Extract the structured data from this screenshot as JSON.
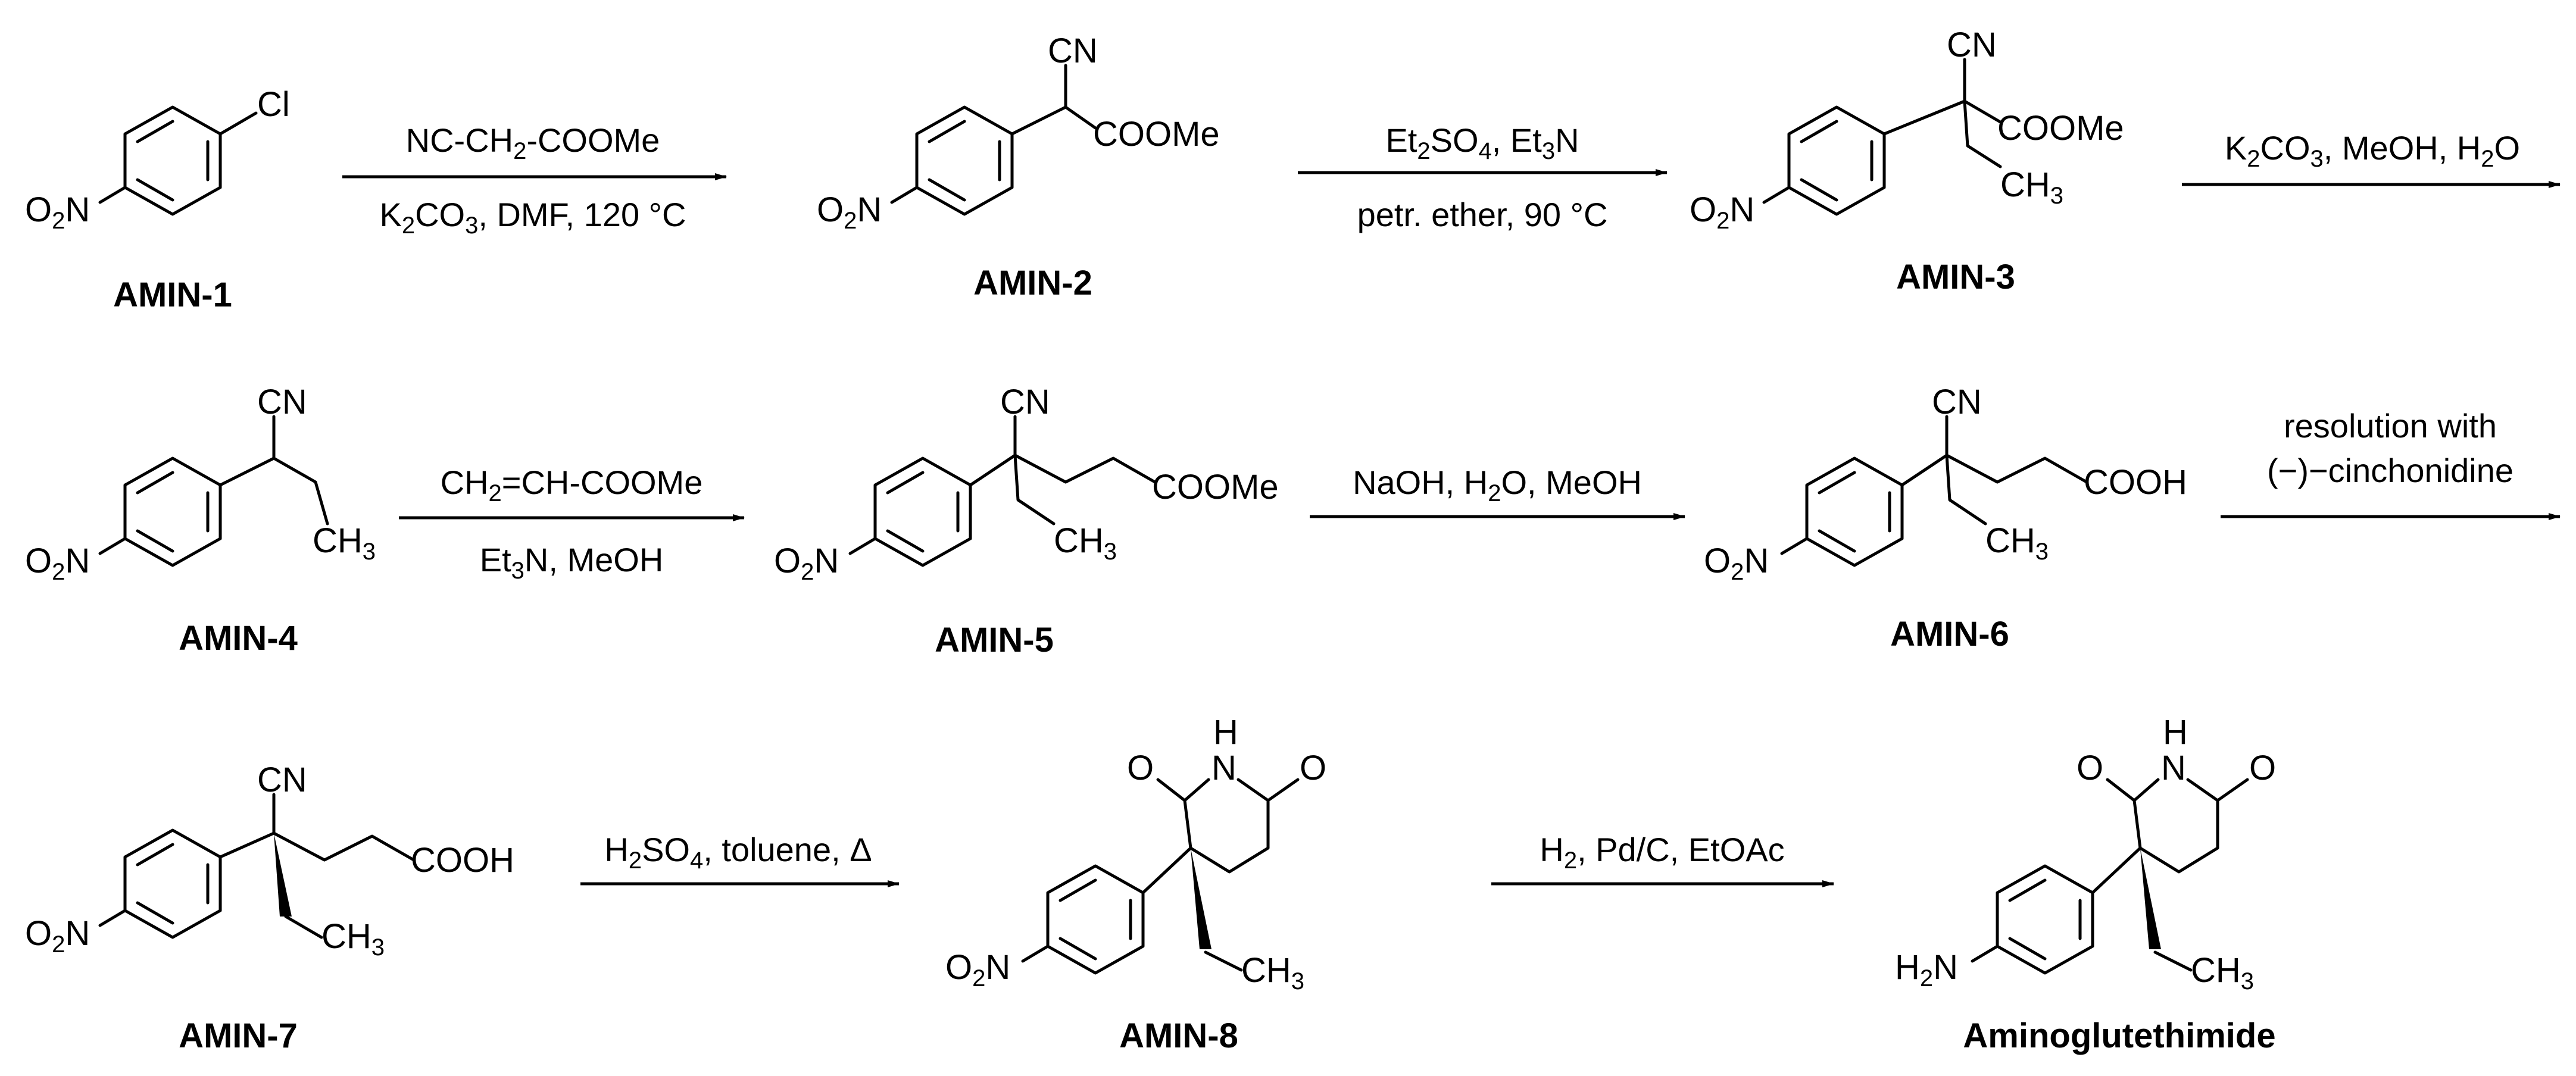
{
  "compounds": {
    "amin1": "AMIN-1",
    "amin2": "AMIN-2",
    "amin3": "AMIN-3",
    "amin4": "AMIN-4",
    "amin5": "AMIN-5",
    "amin6": "AMIN-6",
    "amin7": "AMIN-7",
    "amin8": "AMIN-8",
    "product": "Aminoglutethimide"
  },
  "conditions": {
    "step1_top": "NC-CH2-COOMe",
    "step1_bottom": "K2CO3, DMF, 120 °C",
    "step2_top": "Et2SO4, Et3N",
    "step2_bottom": "petr. ether, 90 °C",
    "step3_top": "K2CO3, MeOH, H2O",
    "step4_top": "CH2=CH-COOMe",
    "step4_bottom": "Et3N, MeOH",
    "step5_top": "NaOH, H2O, MeOH",
    "step6_top_line1": "resolution with",
    "step6_top_line2": "(−)−cinchonidine",
    "step7_top": "H2SO4, toluene, Δ",
    "step8_top": "H2, Pd/C, EtOAc"
  },
  "atoms": {
    "cl": "Cl",
    "o2n": "O2N",
    "h2n": "H2N",
    "cn": "CN",
    "coome": "COOMe",
    "cooh": "COOH",
    "ch3": "CH3",
    "nh": "N",
    "h": "H",
    "o": "O"
  }
}
